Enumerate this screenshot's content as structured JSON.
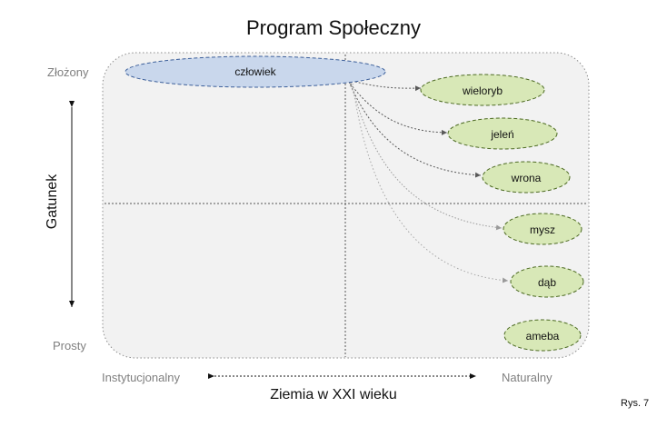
{
  "title": "Program Społeczny",
  "x_axis": {
    "title": "Ziemia w XXI wieku",
    "left_label": "Instytucjonalny",
    "right_label": "Naturalny"
  },
  "y_axis": {
    "title": "Gatunek",
    "top_label": "Złożony",
    "bottom_label": "Prosty"
  },
  "figure_label": "Rys. 7",
  "nodes": {
    "source": "człowiek",
    "targets": [
      "wieloryb",
      "jeleń",
      "wrona",
      "mysz",
      "dąb",
      "ameba"
    ]
  },
  "colors": {
    "source_fill": "#c9d7ec",
    "source_stroke": "#3c5f9a",
    "target_fill": "#d8e8b7",
    "target_stroke": "#4c6a22",
    "quadrant_fill": "#f2f2f2",
    "arrow_color": "#595959"
  }
}
